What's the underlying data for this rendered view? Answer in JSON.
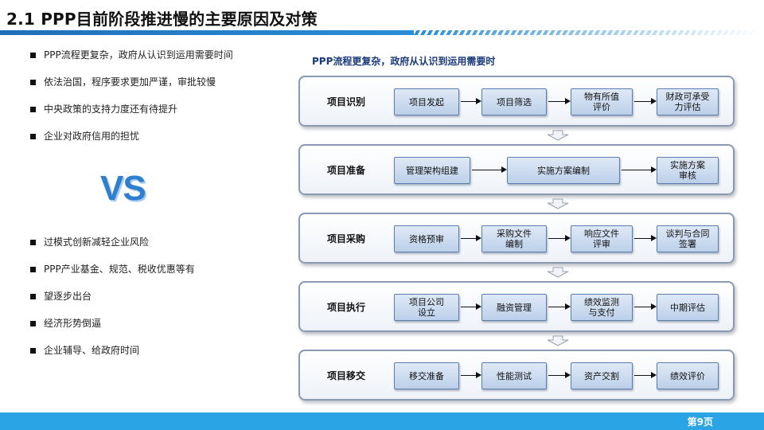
{
  "header": {
    "title": "2.1 PPP目前阶段推进慢的主要原因及对策"
  },
  "left": {
    "reasons": [
      "PPP流程更复杂，政府从认识到运用需要时间",
      "依法治国，程序要求更加严谨，审批较慢",
      "中央政策的支持力度还有待提升",
      "企业对政府信用的担忧"
    ],
    "vs": "VS",
    "countermeasures": [
      "过模式创新减轻企业风险",
      "PPP产业基金、规范、税收优惠等有",
      "望逐步出台",
      "经济形势倒逼",
      "企业辅导、给政府时间"
    ]
  },
  "flow": {
    "caption": "PPP流程更复杂，政府从认识到运用需要时",
    "stages": [
      {
        "name": "项目识别",
        "steps": [
          "项目发起",
          "项目筛选",
          "物有所值\n评价",
          "财政可承受\n力评估"
        ]
      },
      {
        "name": "项目准备",
        "steps": [
          "管理架构组建",
          "实施方案编制",
          "实施方案\n审核"
        ]
      },
      {
        "name": "项目采购",
        "steps": [
          "资格预审",
          "采购文件\n编制",
          "响应文件\n评审",
          "谈判与合同\n签署"
        ]
      },
      {
        "name": "项目执行",
        "steps": [
          "项目公司\n设立",
          "融资管理",
          "绩效监测\n与支付",
          "中期评估"
        ]
      },
      {
        "name": "项目移交",
        "steps": [
          "移交准备",
          "性能测试",
          "资产交割",
          "绩效评价"
        ]
      }
    ]
  },
  "footer": {
    "page": "第9页"
  },
  "colors": {
    "accent": "#2ba4e6",
    "title_bar": "#1f6fb8",
    "vs": "#2e7fd0",
    "step_fill": "#bcd0ea"
  }
}
